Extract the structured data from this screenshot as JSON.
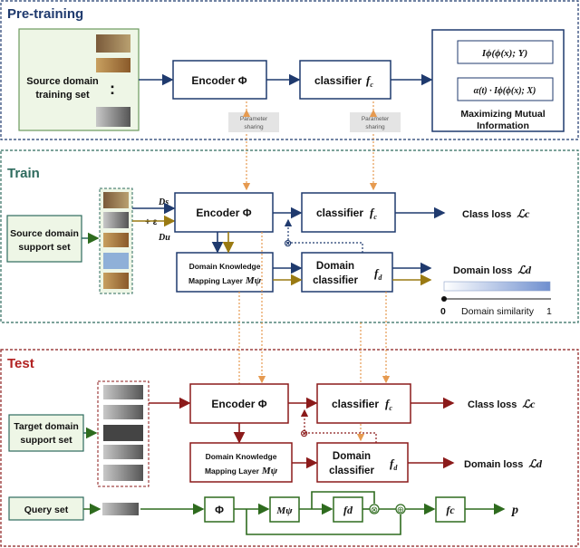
{
  "sections": {
    "pretraining": "Pre-training",
    "train": "Train",
    "test": "Test"
  },
  "pretrain": {
    "source_label_1": "Source domain",
    "source_label_2": "training set",
    "dots": ":",
    "encoder": "Encoder Φ",
    "classifier": "classifier",
    "classifier_sym": "f",
    "classifier_sub": "c",
    "param_sharing_1a": "Parameter",
    "param_sharing_1b": "sharing",
    "param_sharing_2a": "Parameter",
    "param_sharing_2b": "sharing",
    "formula_1": "Iϕ(ϕ(x); Y)",
    "formula_2": "α(t) · Iϕ(ϕ(x); X)",
    "mi_label_1": "Maximizing Mutual",
    "mi_label_2": "Information"
  },
  "train": {
    "support_label_1": "Source domain",
    "support_label_2": "support set",
    "ds": "Ds",
    "du": "Du",
    "plus_eps": "+ ε",
    "encoder": "Encoder Φ",
    "classifier": "classifier",
    "dkml_1": "Domain Knowledge",
    "dkml_2": "Mapping Layer",
    "m_sym": "Mψ",
    "domain_cls_1": "Domain",
    "domain_cls_2": "classifier",
    "fd": "fd",
    "class_loss": "Class loss",
    "class_loss_sym": "ℒc",
    "domain_loss": "Domain loss",
    "domain_loss_sym": "ℒd",
    "sim_low": "0",
    "sim_label": "Domain similarity",
    "sim_high": "1"
  },
  "test": {
    "target_label_1": "Target domain",
    "target_label_2": "support set",
    "encoder": "Encoder Φ",
    "classifier": "classifier",
    "dkml_1": "Domain Knowledge",
    "dkml_2": "Mapping Layer",
    "m_sym": "Mψ",
    "domain_cls_1": "Domain",
    "domain_cls_2": "classifier",
    "fd": "fd",
    "class_loss": "Class loss",
    "class_loss_sym": "ℒc",
    "domain_loss": "Domain loss",
    "domain_loss_sym": "ℒd",
    "query_label": "Query set",
    "phi": "Φ",
    "m_small": "Mψ",
    "fd_small": "fd",
    "fc_small": "fc",
    "output": "p",
    "otimes": "⊗",
    "oplus": "⊕"
  },
  "colors": {
    "navy": "#1f3a6e",
    "teal": "#2e6b5e",
    "red": "#8b1a1a",
    "olive": "#9a7a12",
    "green": "#2e6b1e",
    "orange": "#e69a50",
    "train_title": "#2e6b5e",
    "test_title": "#b22222",
    "pre_title": "#1f3a6e"
  }
}
